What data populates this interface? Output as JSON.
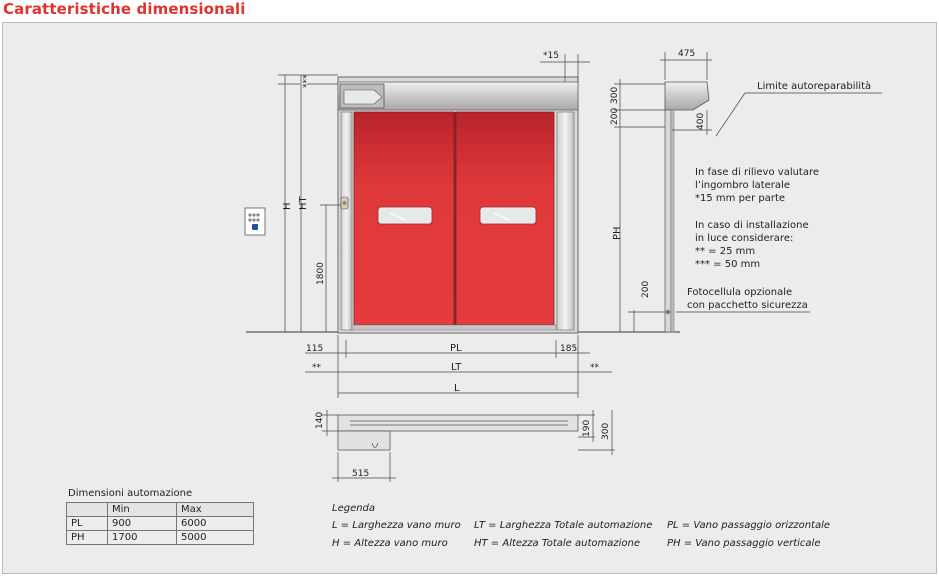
{
  "title": "Caratteristiche dimensionali",
  "dimensions": {
    "star15": "*15",
    "d475": "475",
    "d300": "300",
    "d200": "200",
    "d400": "400",
    "ph": "PH",
    "d200b": "200",
    "h": "H",
    "ht": "HT",
    "d1800": "1800",
    "stars3": "***",
    "d115": "115",
    "pl": "PL",
    "d185": "185",
    "lt": "LT",
    "l": "L",
    "stars2_left": "**",
    "stars2_right": "**",
    "d140": "140",
    "d190": "190",
    "d300b": "300",
    "d515": "515"
  },
  "notes": {
    "limit": "Limite autoreparabilità",
    "relief": [
      "In fase di rilievo valutare",
      "l’ingombro laterale",
      "*15 mm per parte"
    ],
    "install": [
      "In caso di installazione",
      "in luce considerare:",
      "**  = 25 mm",
      "*** = 50 mm"
    ],
    "photocell": [
      "Fotocellula opzionale",
      "con pacchetto sicurezza"
    ]
  },
  "table": {
    "title": "Dimensioni automazione",
    "headers": [
      "",
      "Min",
      "Max"
    ],
    "rows": [
      [
        "PL",
        "900",
        "6000"
      ],
      [
        "PH",
        "1700",
        "5000"
      ]
    ]
  },
  "legend": {
    "title": "Legenda",
    "items": [
      "L  =  Larghezza vano muro",
      "LT  =  Larghezza Totale automazione",
      "PL  =  Vano passaggio orizzontale",
      "H  =  Altezza vano muro",
      "HT  =  Altezza Totale automazione",
      "PH  =  Vano passaggio verticale"
    ]
  },
  "colors": {
    "title": "#e2322d",
    "door": "#e0393b",
    "panel": "#ececec"
  }
}
